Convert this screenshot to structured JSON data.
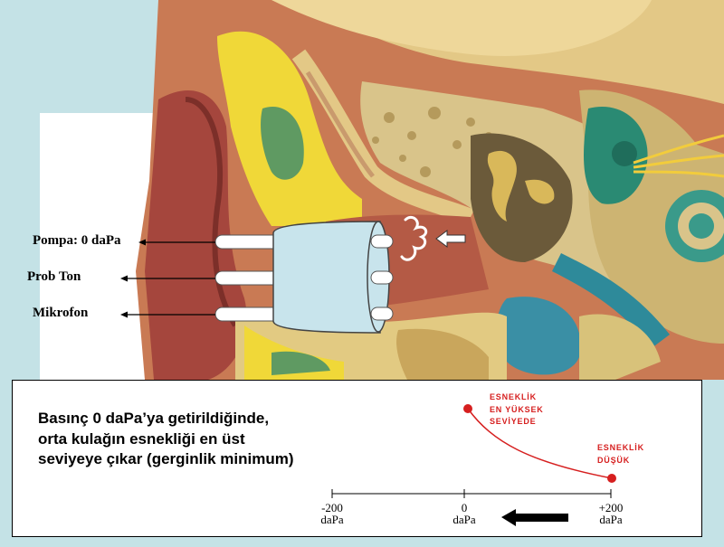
{
  "labels": {
    "pump": "Pompa: 0 daPa",
    "probe_tone": "Prob Ton",
    "microphone": "Mikrofon"
  },
  "description": {
    "line1": "Basınç 0 daPa’ya getirildiğinde,",
    "line2": "orta kulağın esnekliği en üst",
    "line3": "seviyeye çıkar (gerginlik minimum)"
  },
  "graph": {
    "ticks": [
      {
        "value": "-200",
        "unit": "daPa"
      },
      {
        "value": "0",
        "unit": "daPa"
      },
      {
        "value": "+200",
        "unit": "daPa"
      }
    ],
    "high_note": [
      "ESNEKLİK",
      "EN YÜKSEK",
      "SEVİYEDE"
    ],
    "low_note": [
      "ESNEKLİK",
      "DÜŞÜK"
    ],
    "curve_color": "#d61f1f"
  },
  "colors": {
    "background": "#c4e2e6",
    "bone": "#d6c27a",
    "fat": "#f2dc3a",
    "muscle": "#5d9b63",
    "skin": "#b8564a",
    "probe": "#c8e4ec",
    "accent_red": "#d61f1f"
  }
}
